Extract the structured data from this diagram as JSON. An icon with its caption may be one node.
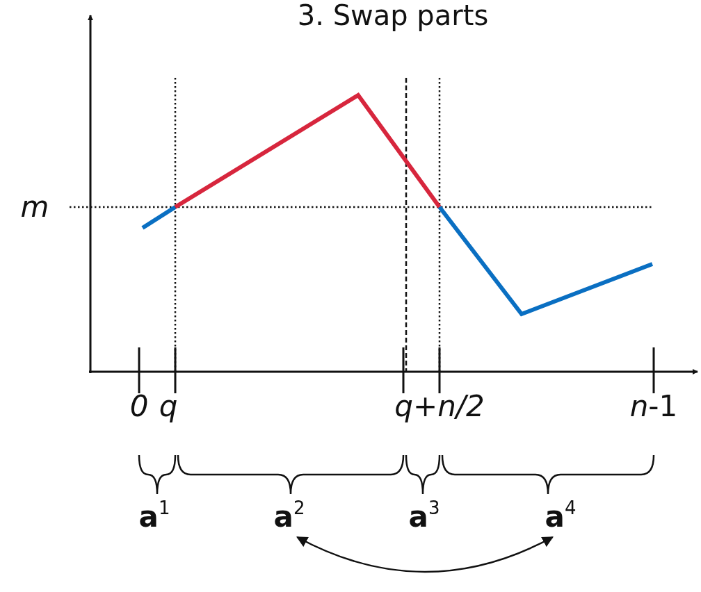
{
  "diagram": {
    "title": "3. Swap parts",
    "nodes": [
      {
        "text": [
          "**a**$^{1}$"
        ]
      },
      {
        "text": [
          "**a**$^{2}$"
        ]
      },
      {
        "text": [
          "**a**$^{3}$"
        ]
      },
      {
        "text": [
          "**a**$^{4}$"
        ]
      }
    ],
    "edges": [
      {
        "from": 1,
        "to": 3,
        "arrow": "both"
      }
    ],
    "labels": [
      "*m*",
      "*0*",
      "*q*",
      "*q+n/2*",
      "*n*-1"
    ]
  }
}
